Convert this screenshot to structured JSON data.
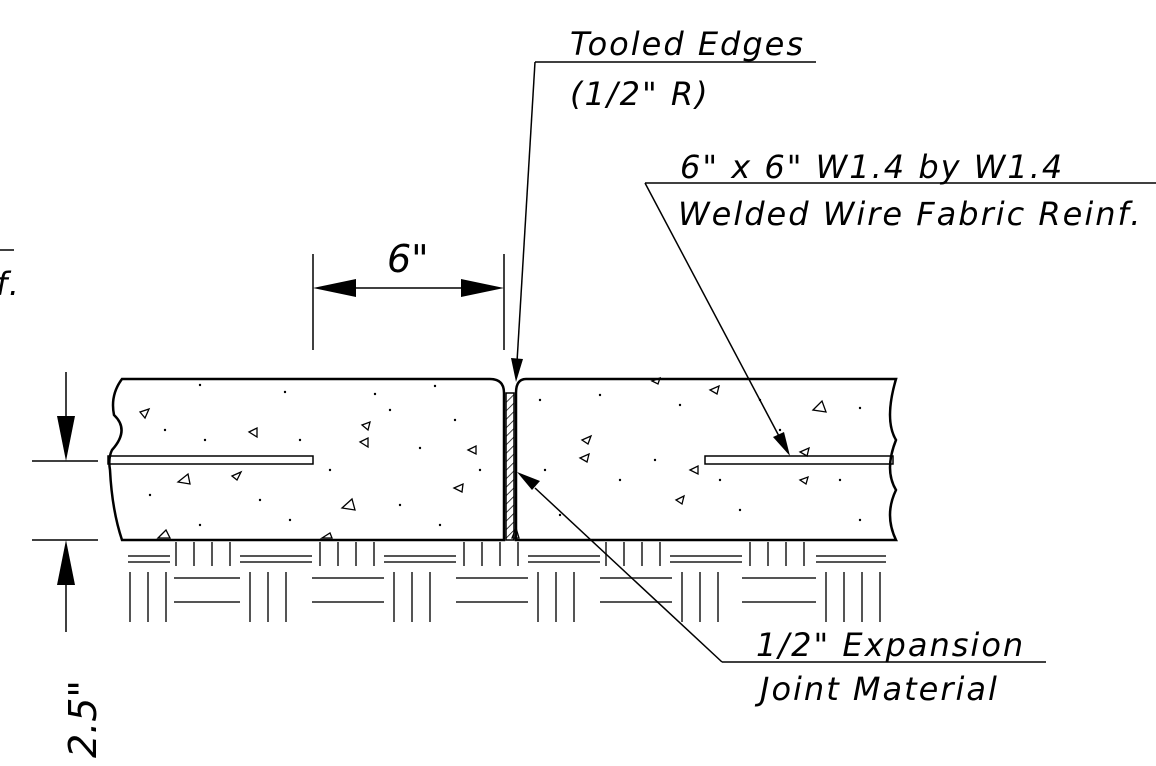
{
  "dimensions": {
    "width_dim": "6\"",
    "thickness_dim": "2.5\""
  },
  "annotations": {
    "tooled_edges_line1": "Tooled Edges",
    "tooled_edges_line2": "(1/2\" R)",
    "wire_fabric_line1": "6\" x 6\" W1.4 by W1.4",
    "wire_fabric_line2": "Welded Wire Fabric Reinf.",
    "expansion_line1": "1/2\" Expansion",
    "expansion_line2": "Joint Material",
    "cut_off_fragment": "f."
  },
  "colors": {
    "ink": "#000000",
    "soil": "#555555",
    "background": "#ffffff"
  }
}
